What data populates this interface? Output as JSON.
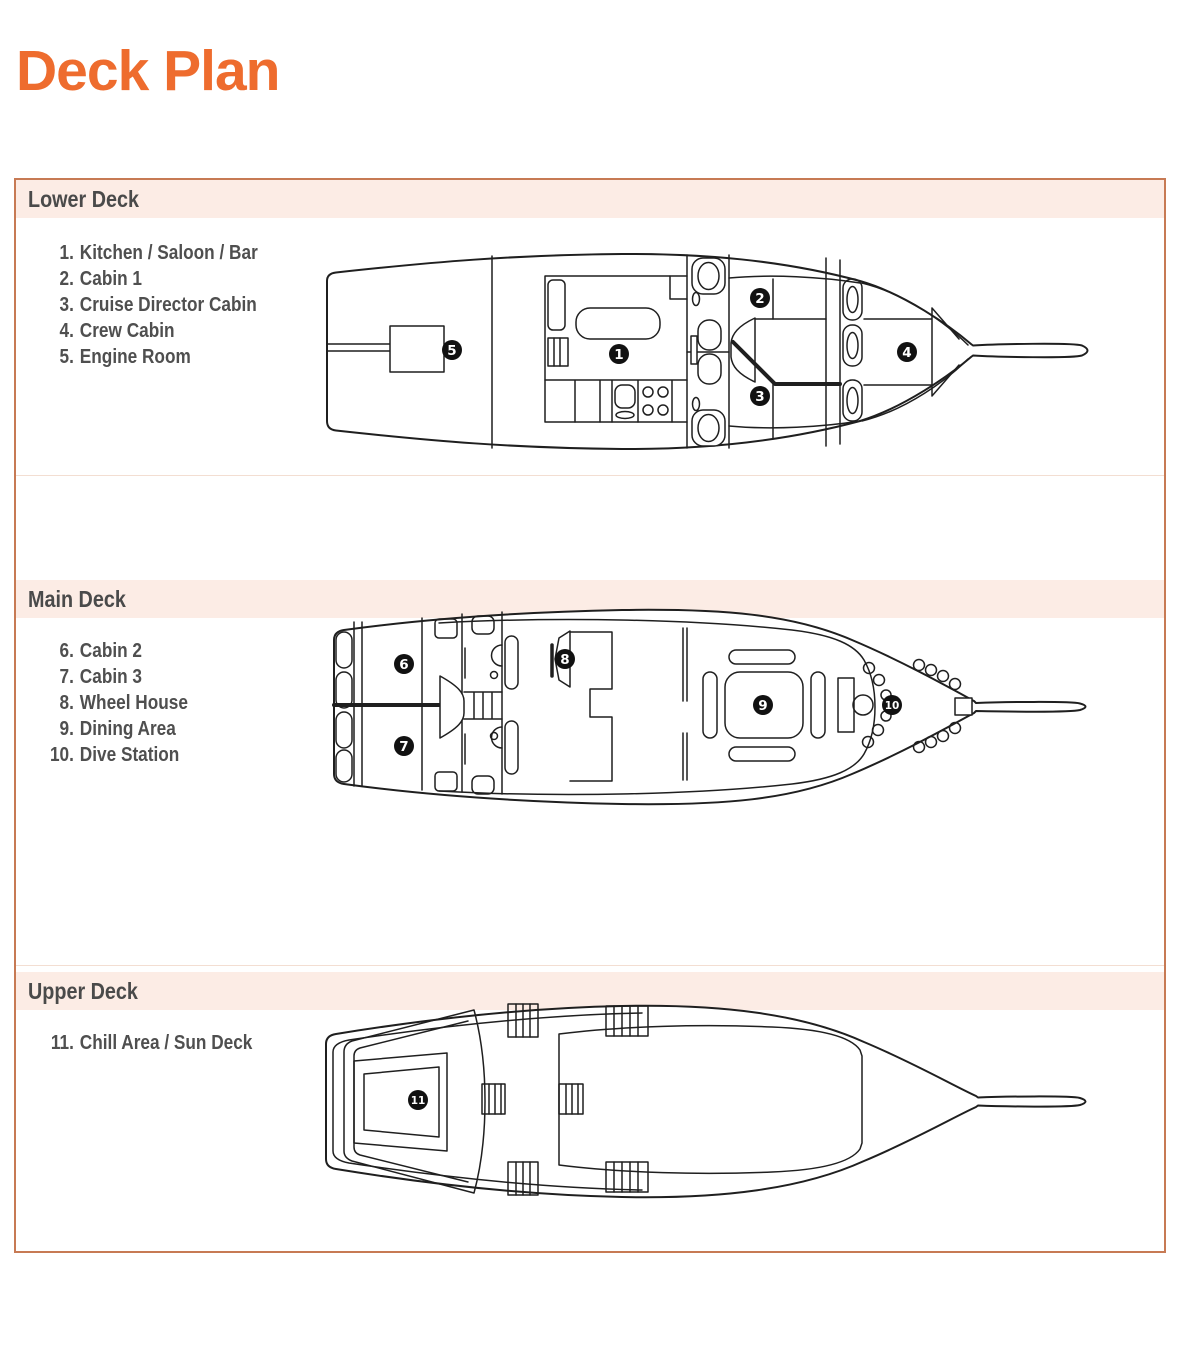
{
  "page": {
    "title": "Deck Plan"
  },
  "colors": {
    "accent": "#ee6c2e",
    "container_border": "#c77a54",
    "header_bg": "#fcece5",
    "heading_text": "#4a4a4a",
    "legend_text": "#4f4f4f",
    "plan_line": "#1f1f1f"
  },
  "decks": [
    {
      "title": "Lower Deck",
      "legend": [
        {
          "num": "1.",
          "label": "Kitchen / Saloon / Bar"
        },
        {
          "num": "2.",
          "label": "Cabin 1"
        },
        {
          "num": "3.",
          "label": "Cruise Director Cabin"
        },
        {
          "num": "4.",
          "label": "Crew Cabin"
        },
        {
          "num": "5.",
          "label": "Engine Room"
        }
      ],
      "markers": [
        "1",
        "2",
        "3",
        "4",
        "5"
      ]
    },
    {
      "title": "Main Deck",
      "legend": [
        {
          "num": "6.",
          "label": "Cabin 2"
        },
        {
          "num": "7.",
          "label": "Cabin 3"
        },
        {
          "num": "8.",
          "label": "Wheel House"
        },
        {
          "num": "9.",
          "label": "Dining Area"
        },
        {
          "num": "10.",
          "label": "Dive Station"
        }
      ],
      "markers": [
        "6",
        "7",
        "8",
        "9",
        "10"
      ]
    },
    {
      "title": "Upper Deck",
      "legend": [
        {
          "num": "11.",
          "label": "Chill Area / Sun Deck"
        }
      ],
      "markers": [
        "11"
      ]
    }
  ]
}
